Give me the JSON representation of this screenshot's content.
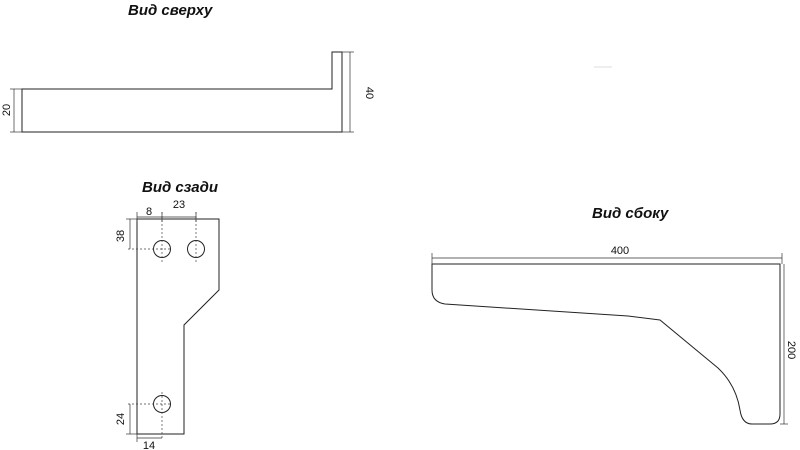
{
  "views": {
    "top": {
      "title": "Вид сверху",
      "dim_height": "20",
      "dim_total": "40"
    },
    "back": {
      "title": "Вид сзади",
      "dim_edge_offset": "8",
      "dim_hole_spacing": "23",
      "dim_top_offset": "38",
      "dim_bottom_offset": "24",
      "dim_bottom_edge": "14"
    },
    "side": {
      "title": "Вид сбоку",
      "dim_length": "400",
      "dim_height": "200"
    }
  }
}
